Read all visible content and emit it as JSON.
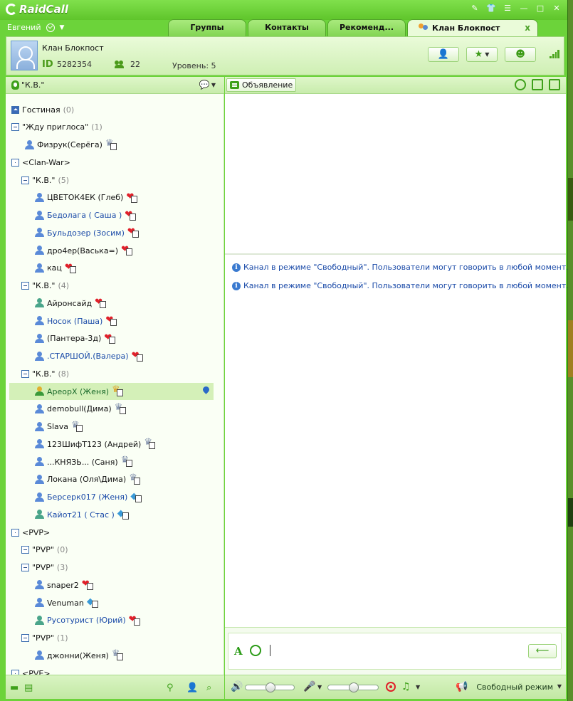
{
  "app": {
    "title": "RaidCall"
  },
  "user": {
    "name": "Евгений"
  },
  "tabs": [
    {
      "label": "Группы"
    },
    {
      "label": "Контакты"
    },
    {
      "label": "Рекоменд..."
    },
    {
      "label": "Клан Блокпост",
      "close": "x"
    }
  ],
  "header": {
    "clan_name": "Клан Блокпост",
    "id_label": "ID",
    "id_value": "5282354",
    "members": "22",
    "level": "Уровень: 5"
  },
  "left_toolbar": {
    "channel": "\"К.В.\""
  },
  "tree": [
    {
      "type": "room",
      "box": "home",
      "label": "Гостиная",
      "count": "(0)"
    },
    {
      "type": "group",
      "box": "minus",
      "label": "\"Жду приглоса\"",
      "count": "(1)"
    },
    {
      "type": "user",
      "label": "Физрук(Серёга)",
      "badge": "wing",
      "style": "",
      "icon": ""
    },
    {
      "type": "group",
      "box": "dot",
      "label": "<Clan-War>",
      "count": ""
    },
    {
      "type": "sub",
      "box": "minus",
      "label": "\"К.В.\"",
      "count": "(5)"
    },
    {
      "type": "user2",
      "label": "ЦВЕТОК4ЕК (Глеб)",
      "badge": "heart",
      "style": "",
      "icon": ""
    },
    {
      "type": "user2",
      "label": "Бедолага ( Саша )",
      "badge": "heart",
      "style": "blue",
      "icon": ""
    },
    {
      "type": "user2",
      "label": "Бульдозер (Зосим)",
      "badge": "heart",
      "style": "blue",
      "icon": ""
    },
    {
      "type": "user2",
      "label": "дро4ер(Васька=)",
      "badge": "heart",
      "style": "",
      "icon": ""
    },
    {
      "type": "user2",
      "label": "кац",
      "badge": "heart",
      "style": "",
      "icon": ""
    },
    {
      "type": "sub",
      "box": "minus",
      "label": "\"К.В.\"",
      "count": "(4)"
    },
    {
      "type": "user2",
      "label": "Айронсайд",
      "badge": "heart",
      "style": "",
      "icon": "m"
    },
    {
      "type": "user2",
      "label": "Носок (Паша)",
      "badge": "heart",
      "style": "blue",
      "icon": ""
    },
    {
      "type": "user2",
      "label": "(Пантера-3д)",
      "badge": "heart",
      "style": "",
      "icon": ""
    },
    {
      "type": "user2",
      "label": ".СТАРШОЙ.(Валера)",
      "badge": "heart",
      "style": "blue",
      "icon": ""
    },
    {
      "type": "sub",
      "box": "minus",
      "label": "\"К.В.\"",
      "count": "(8)"
    },
    {
      "type": "user2",
      "label": "АреорХ (Женя)",
      "badge": "gold",
      "style": "green",
      "icon": "crown",
      "selected": true
    },
    {
      "type": "user2",
      "label": "demobull(Дима)",
      "badge": "wing",
      "style": "",
      "icon": ""
    },
    {
      "type": "user2",
      "label": "Slava",
      "badge": "wing",
      "style": "",
      "icon": ""
    },
    {
      "type": "user2",
      "label": "123ШифТ123 (Андрей)",
      "badge": "wing",
      "style": "",
      "icon": ""
    },
    {
      "type": "user2",
      "label": "...КНЯЗЬ... (Саня)",
      "badge": "wing",
      "style": "",
      "icon": ""
    },
    {
      "type": "user2",
      "label": "Локана (Оля\\Дима)",
      "badge": "wing",
      "style": "",
      "icon": ""
    },
    {
      "type": "user2",
      "label": "Берсерк017 (Женя)",
      "badge": "diamond",
      "style": "blue",
      "icon": ""
    },
    {
      "type": "user2",
      "label": "Кайот21 ( Стас )",
      "badge": "diamond",
      "style": "blue",
      "icon": "m"
    },
    {
      "type": "group",
      "box": "dot",
      "label": "<PVP>",
      "count": ""
    },
    {
      "type": "sub",
      "box": "minus",
      "label": "\"PVP\"",
      "count": "(0)"
    },
    {
      "type": "sub",
      "box": "minus",
      "label": "\"PVP\"",
      "count": "(3)"
    },
    {
      "type": "user2",
      "label": "snaper2",
      "badge": "heart",
      "style": "",
      "icon": ""
    },
    {
      "type": "user2",
      "label": "Venuman",
      "badge": "diamond",
      "style": "",
      "icon": ""
    },
    {
      "type": "user2",
      "label": "Русотурист (Юрий)",
      "badge": "heart",
      "style": "blue",
      "icon": "m"
    },
    {
      "type": "sub",
      "box": "minus",
      "label": "\"PVP\"",
      "count": "(1)"
    },
    {
      "type": "user2",
      "label": "джонни(Женя)",
      "badge": "wing",
      "style": "",
      "icon": ""
    },
    {
      "type": "group",
      "box": "dot",
      "label": "<PVE>",
      "count": ""
    }
  ],
  "right_toolbar": {
    "announce_label": "Объявление"
  },
  "chat": {
    "messages": [
      "Канал в режиме \"Свободный\". Пользователи могут говорить в любой момент.",
      "Канал в режиме \"Свободный\". Пользователи могут говорить в любой момент."
    ]
  },
  "bottom_bar": {
    "mode": "Свободный режим"
  },
  "controls": {
    "speaker_volume": 0.5,
    "mic_volume": 0.5
  }
}
